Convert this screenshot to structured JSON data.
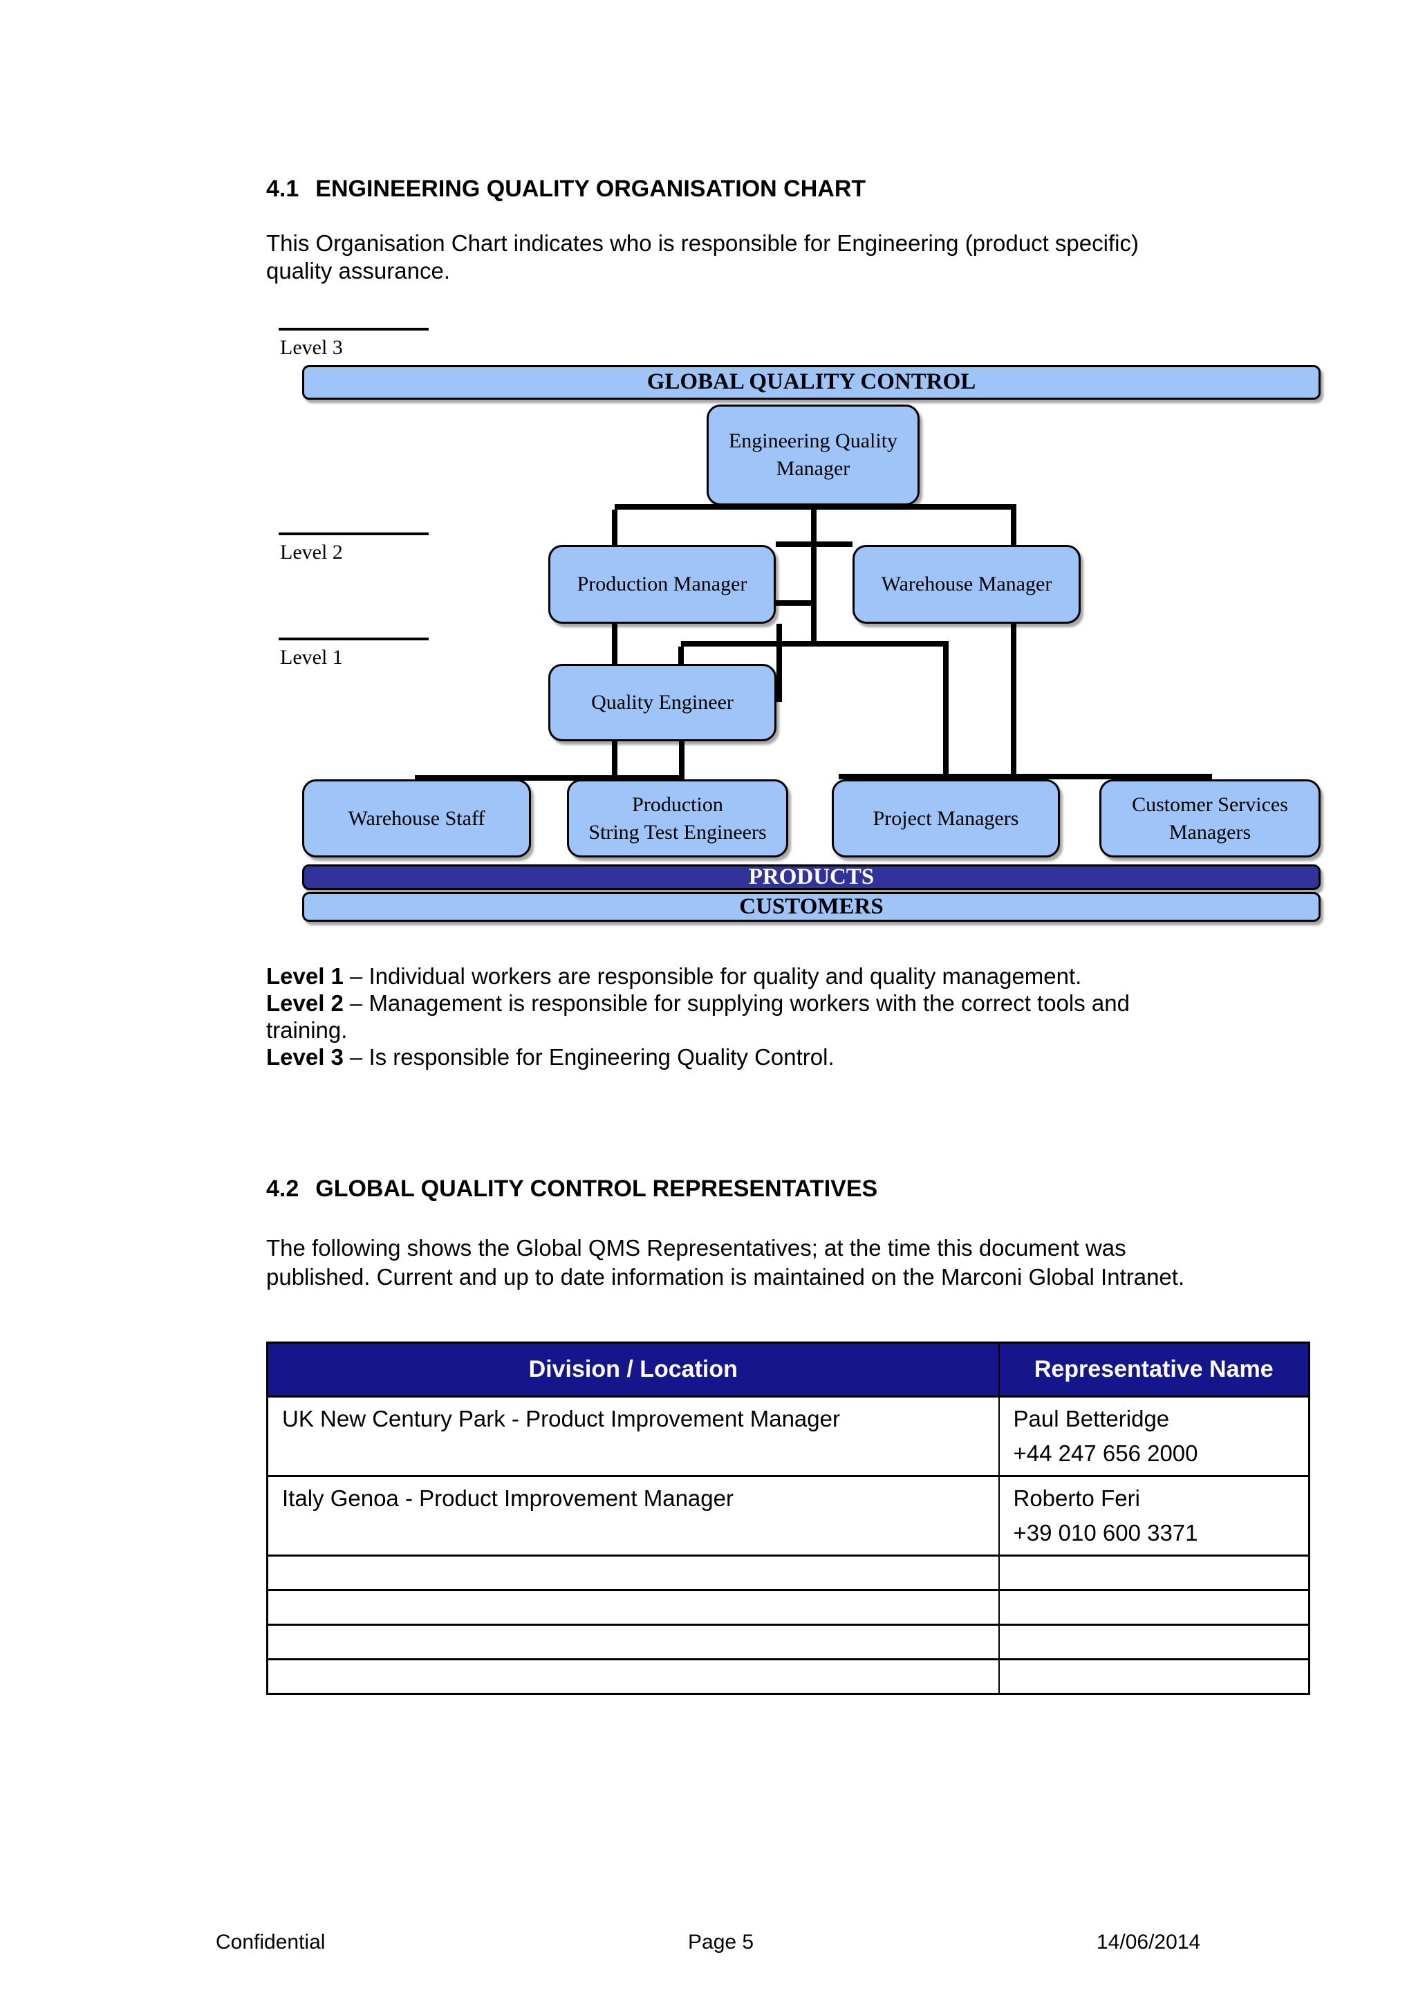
{
  "colors": {
    "node_fill": "#9FC5F8",
    "navy": "#31329B",
    "table_header": "#16168C"
  },
  "section_41": {
    "number": "4.1",
    "title": "ENGINEERING QUALITY ORGANISATION CHART",
    "intro": "This Organisation Chart indicates who is responsible for Engineering (product specific) quality assurance."
  },
  "org_chart": {
    "level_labels": [
      "Level 3",
      "Level 2",
      "Level 1"
    ],
    "nodes": {
      "gqc": {
        "lines": [
          "GLOBAL QUALITY CONTROL"
        ]
      },
      "eqm": {
        "lines": [
          "Engineering Quality",
          "Manager"
        ]
      },
      "pm": {
        "lines": [
          "Production Manager"
        ]
      },
      "wm": {
        "lines": [
          "Warehouse Manager"
        ]
      },
      "qe": {
        "lines": [
          "Quality Engineer"
        ]
      },
      "ws": {
        "lines": [
          "Warehouse Staff"
        ]
      },
      "pste": {
        "lines": [
          "Production",
          "String Test Engineers"
        ]
      },
      "pj": {
        "lines": [
          "Project Managers"
        ]
      },
      "cs": {
        "lines": [
          "Customer Services",
          "Managers"
        ]
      }
    },
    "bars": {
      "products": "PRODUCTS",
      "customers": "CUSTOMERS"
    }
  },
  "level_notes": [
    {
      "label": "Level 1",
      "text": "– Individual workers are responsible for quality and quality management."
    },
    {
      "label": "Level 2",
      "text": "– Management is responsible for supplying workers with the correct tools and training."
    },
    {
      "label": "Level 3",
      "text": "– Is responsible for Engineering Quality Control."
    }
  ],
  "section_42": {
    "number": "4.2",
    "title": "GLOBAL QUALITY CONTROL REPRESENTATIVES",
    "intro": "The following shows the Global QMS Representatives; at the time this document was published. Current and up to date information is maintained on the Marconi Global Intranet."
  },
  "table": {
    "headers": [
      "Division / Location",
      "Representative Name"
    ],
    "rows": [
      {
        "division": "UK New Century Park - Product Improvement Manager",
        "name": "Paul Betteridge",
        "phone": "+44 247 656 2000"
      },
      {
        "division": "Italy Genoa - Product Improvement Manager",
        "name": "Roberto Feri",
        "phone": "+39 010 600 3371"
      },
      {
        "division": "",
        "name": "",
        "phone": ""
      },
      {
        "division": "",
        "name": "",
        "phone": ""
      },
      {
        "division": "",
        "name": "",
        "phone": ""
      },
      {
        "division": "",
        "name": "",
        "phone": ""
      }
    ]
  },
  "footer": {
    "left": "Confidential",
    "center": "Page 5",
    "right": "14/06/2014"
  }
}
